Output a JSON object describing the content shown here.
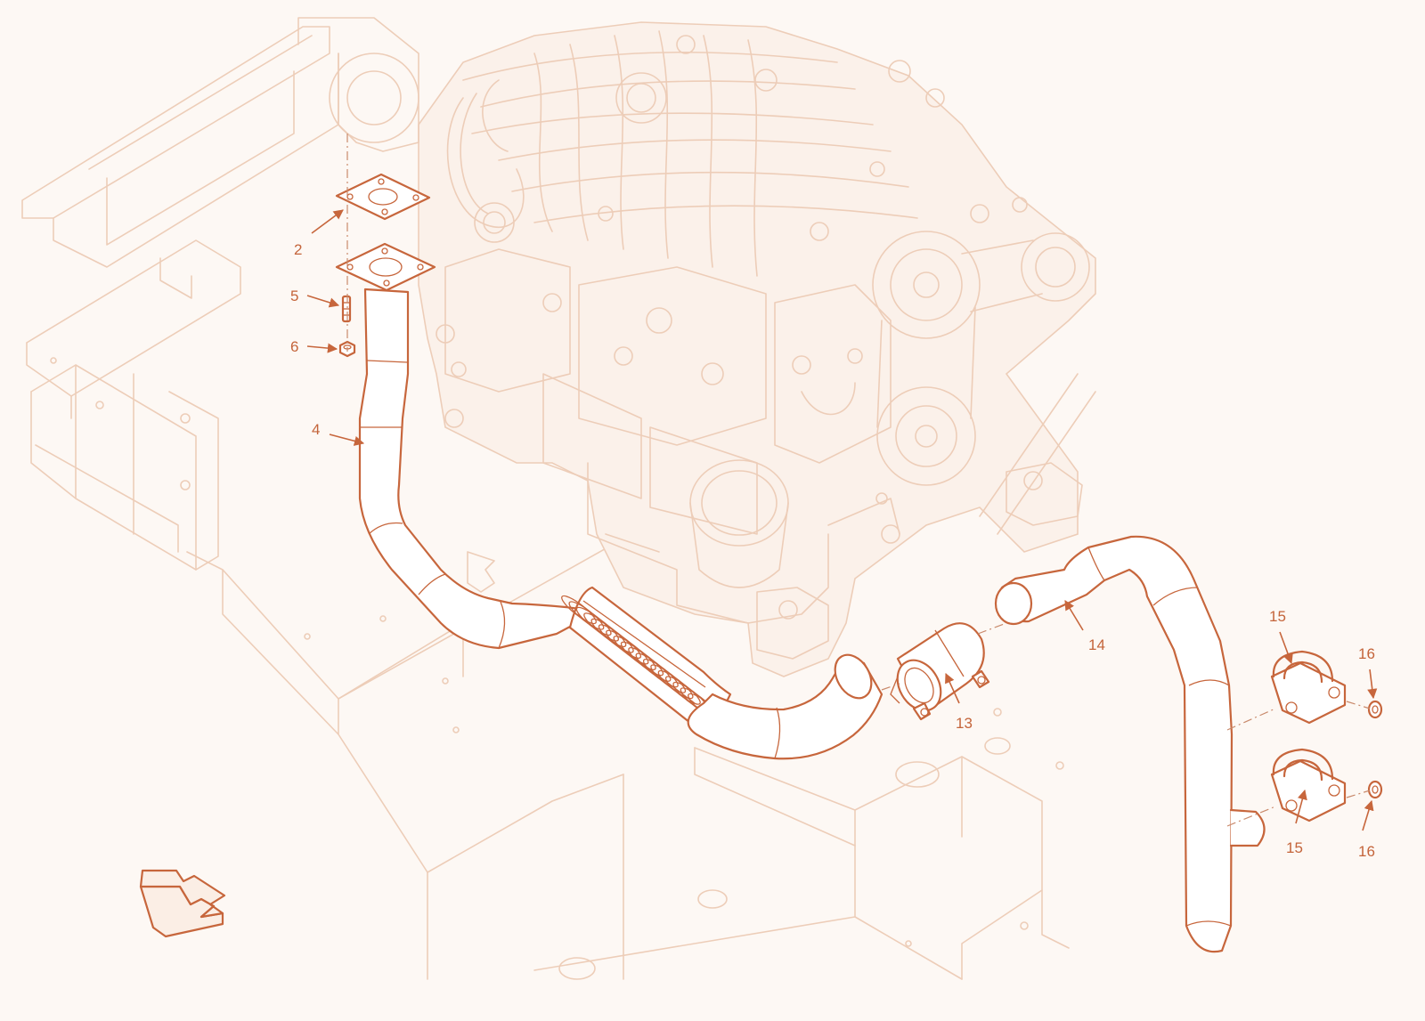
{
  "colors": {
    "part_line": "#c7663c",
    "ghost_line": "#edcdb8",
    "callout_text": "#c4643a",
    "background": "#fdf8f4"
  },
  "callouts": {
    "c2": "2",
    "c4": "4",
    "c5": "5",
    "c6": "6",
    "c13": "13",
    "c14": "14",
    "c15a": "15",
    "c15b": "15",
    "c16a": "16",
    "c16b": "16"
  },
  "icons": {
    "orientation": "front-direction-arrow-icon"
  }
}
